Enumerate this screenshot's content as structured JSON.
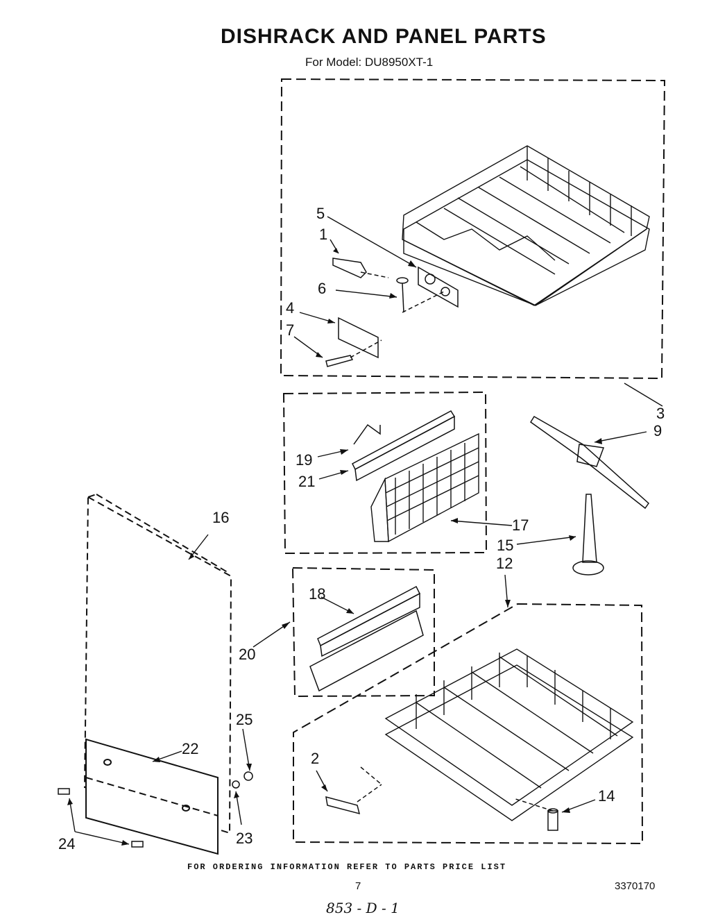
{
  "header": {
    "title": "DISHRACK AND PANEL PARTS",
    "model": "For Model: DU8950XT-1"
  },
  "callouts": {
    "c1": "1",
    "c2": "2",
    "c3": "3",
    "c4": "4",
    "c5": "5",
    "c6": "6",
    "c7": "7",
    "c9": "9",
    "c12": "12",
    "c14": "14",
    "c15": "15",
    "c16": "16",
    "c17": "17",
    "c18": "18",
    "c19": "19",
    "c20": "20",
    "c21": "21",
    "c22": "22",
    "c23": "23",
    "c24": "24",
    "c25": "25"
  },
  "footer": {
    "ordering_note": "FOR ORDERING INFORMATION REFER TO PARTS PRICE LIST",
    "page_number": "7",
    "document_number": "3370170",
    "handwritten_note": "853 - D - 1"
  }
}
